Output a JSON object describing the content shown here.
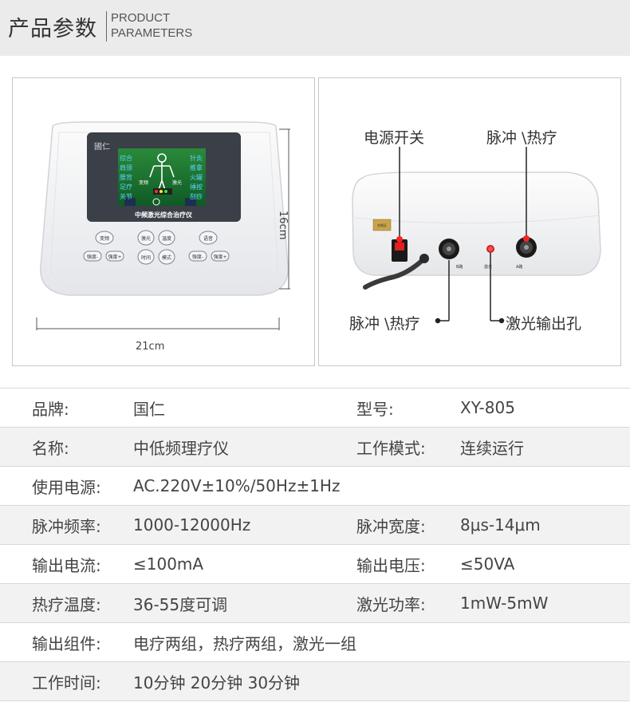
{
  "header": {
    "title_cn": "产品参数",
    "title_en_1": "PRODUCT",
    "title_en_2": "PARAMETERS"
  },
  "front_view": {
    "brand_logo": "國仁",
    "screen_left": [
      "综合",
      "肩颈",
      "腰背",
      "足疗",
      "关节"
    ],
    "screen_right": [
      "针灸",
      "推拿",
      "火罐",
      "捶按",
      "刮痧"
    ],
    "screen_mid_1": "变频",
    "screen_mid_2": "激光",
    "device_name": "中频激光综合治疗仪",
    "buttons": {
      "row1": [
        "变频",
        "激光",
        "温度",
        "语音"
      ],
      "row2": [
        "强度-",
        "强度+",
        "时间",
        "模式",
        "强度-",
        "强度+"
      ]
    },
    "width_label": "21cm",
    "height_label": "16cm"
  },
  "back_view": {
    "callout_power": "电源开关",
    "callout_pulse_top": "脉冲 \\热疗",
    "callout_pulse_bottom": "脉冲 \\热疗",
    "callout_laser": "激光输出孔",
    "port_b": "B路",
    "port_laser": "激光",
    "port_a": "A路",
    "sticker": "合格证"
  },
  "specs": [
    {
      "l1": "品牌:",
      "v1": "国仁",
      "l2": "型号:",
      "v2": "XY-805"
    },
    {
      "l1": "名称:",
      "v1": "中低频理疗仪",
      "l2": "工作模式:",
      "v2": "连续运行"
    },
    {
      "l1": "使用电源:",
      "v1": "AC.220V±10%/50Hz±1Hz",
      "l2": "",
      "v2": ""
    },
    {
      "l1": "脉冲频率:",
      "v1": "1000-12000Hz",
      "l2": "脉冲宽度:",
      "v2": "8μs-14μm"
    },
    {
      "l1": "输出电流:",
      "v1": "≤100mA",
      "l2": "输出电压:",
      "v2": "≤50VA"
    },
    {
      "l1": "热疗温度:",
      "v1": "36-55度可调",
      "l2": "激光功率:",
      "v2": "1mW-5mW"
    },
    {
      "l1": "输出组件:",
      "v1": "电疗两组，热疗两组，激光一组",
      "l2": "",
      "v2": ""
    },
    {
      "l1": "工作时间:",
      "v1": "10分钟  20分钟  30分钟",
      "l2": "",
      "v2": ""
    }
  ]
}
